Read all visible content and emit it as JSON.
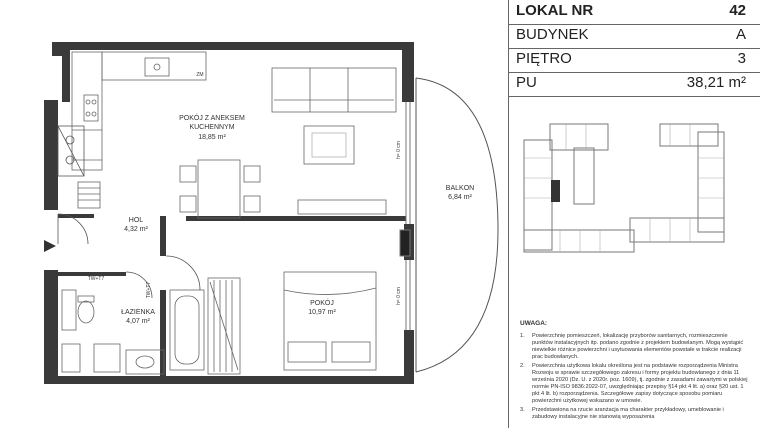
{
  "info": {
    "lokal_label": "LOKAL NR",
    "lokal_value": "42",
    "budynek_label": "BUDYNEK",
    "budynek_value": "A",
    "pietro_label": "PIĘTRO",
    "pietro_value": "3",
    "pu_label": "PU",
    "pu_value": "38,21 m²"
  },
  "rooms": {
    "pokoj_aneks_line1": "POKÓJ Z ANEKSEM",
    "pokoj_aneks_line2": "KUCHENNYM",
    "pokoj_aneks_area": "18,85 m²",
    "hol_name": "HOL",
    "hol_area": "4,32 m²",
    "lazienka_name": "ŁAZIENKA",
    "lazienka_area": "4,07 m²",
    "pokoj_name": "POKÓJ",
    "pokoj_area": "10,97 m²",
    "balkon_name": "BALKON",
    "balkon_area": "6,84 m²"
  },
  "plan_marks": {
    "zm": "ZM",
    "height1": "h= 0 cm",
    "height2": "h= 0 cm",
    "tw": "TW+T7",
    "tw2": "TW+T7"
  },
  "notes": {
    "heading": "UWAGA:",
    "items": [
      {
        "num": "1.",
        "text": "Powierzchnię pomieszczeń, lokalizację przyborów sanitarnych, rozmieszczenie punktów instalacyjnych itp. podano zgodnie z projektem budowlanym. Mogą wystąpić niewielkie różnice powierzchni i usytuowania elementów powstałe w trakcie realizacji prac budowlanych."
      },
      {
        "num": "2.",
        "text": "Powierzchnia użytkowa lokalu określona jest na podstawie rozporządzenia Ministra Rozwoju w sprawie szczegółowego zakresu i formy projektu budowlanego z dnia 11 września 2020 (Dz. U. z 2020r. poz. 1609), tj. zgodnie z zasadami zawartymi w polskiej normie PN-ISO 9836:2022-07, uwzględniając przepisy §14 pkt 4 lit. a) oraz §20 ust. 1 pkt 4 lit. b) rozporządzenia. Szczegółowe zapisy dotyczące sposobu pomiaru powierzchni użytkowej wskazano w umowie."
      },
      {
        "num": "3.",
        "text": "Przedstawiona na rzucie aranżacja ma charakter przykładowy, umeblowanie i zabudowy instalacyjne nie stanowią wyposażenia"
      }
    ]
  }
}
